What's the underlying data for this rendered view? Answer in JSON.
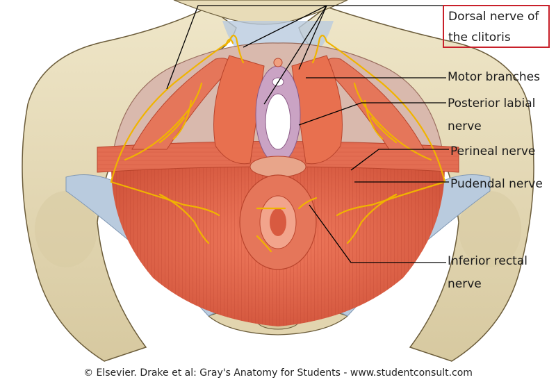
{
  "labels": {
    "dorsal_nerve": {
      "line1": "Dorsal nerve of",
      "line2": "the clitoris"
    },
    "motor_branches": "Motor branches",
    "posterior_labial": {
      "line1": "Posterior labial",
      "line2": "nerve"
    },
    "perineal_nerve": "Perineal nerve",
    "pudendal_nerve": "Pudendal nerve",
    "inferior_rectal": {
      "line1": "Inferior rectal",
      "line2": "nerve"
    }
  },
  "credit": "© Elsevier. Drake et al: Gray's Anatomy for Students - www.studentconsult.com",
  "colors": {
    "bone": "#e6dcbc",
    "bone_shadow": "#c9bb92",
    "muscle": "#e0654a",
    "muscle_light": "#ec8b72",
    "membrane": "#d9b9ad",
    "ligament": "#b7c9dc",
    "nerve": "#f0b400",
    "leader_line": "#000000",
    "highlight_box": "#c8202a"
  }
}
